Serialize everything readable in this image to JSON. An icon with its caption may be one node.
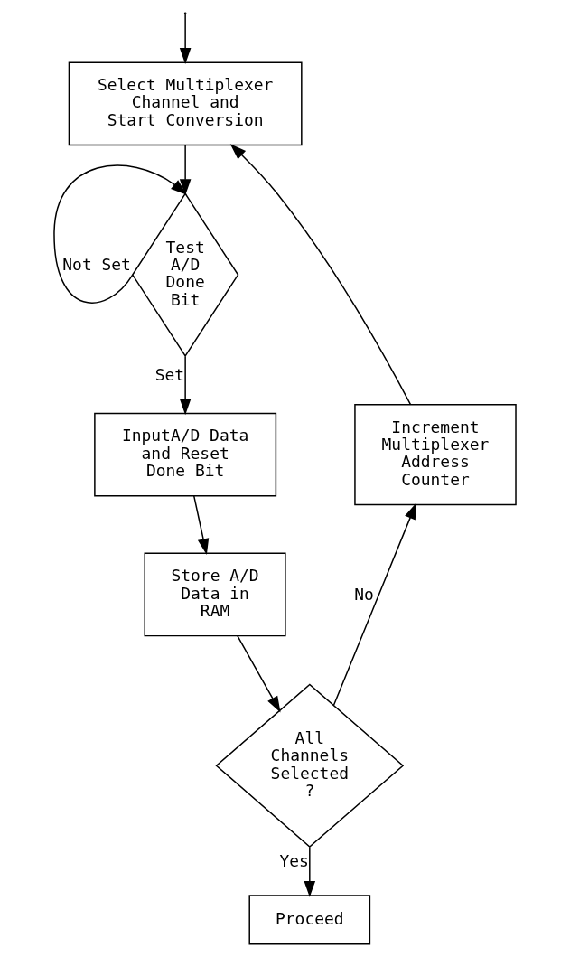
{
  "diagram": {
    "nodes": [
      {
        "text": [
          "Select Multiplexer Channel and Start Conversion"
        ]
      },
      {
        "text": [
          "Test A/D Done Bit"
        ]
      },
      {
        "text": [
          "InputA/D Data and Reset Done Bit"
        ]
      },
      {
        "text": [
          "Store A/D Data in RAM"
        ]
      },
      {
        "text": [
          "All Channels Selected ?"
        ]
      },
      {
        "text": [
          "Proceed"
        ]
      },
      {
        "text": [
          "Increment Multiplexer Address Counter"
        ]
      }
    ],
    "edges": [
      {
        "from": null,
        "to": 0,
        "arrow": "to"
      },
      {
        "from": 0,
        "to": 1,
        "arrow": "to"
      },
      {
        "from": 1,
        "to": 1,
        "arrow": "to",
        "label": "Not Set"
      },
      {
        "from": 1,
        "to": 2,
        "arrow": "to",
        "label": "Set"
      },
      {
        "from": 2,
        "to": 3,
        "arrow": "to"
      },
      {
        "from": 3,
        "to": 4,
        "arrow": "to"
      },
      {
        "from": 4,
        "to": 5,
        "arrow": "to",
        "label": "Yes"
      },
      {
        "from": 4,
        "to": 6,
        "arrow": "to",
        "label": "No"
      },
      {
        "from": 6,
        "to": 0,
        "arrow": "to"
      }
    ]
  }
}
